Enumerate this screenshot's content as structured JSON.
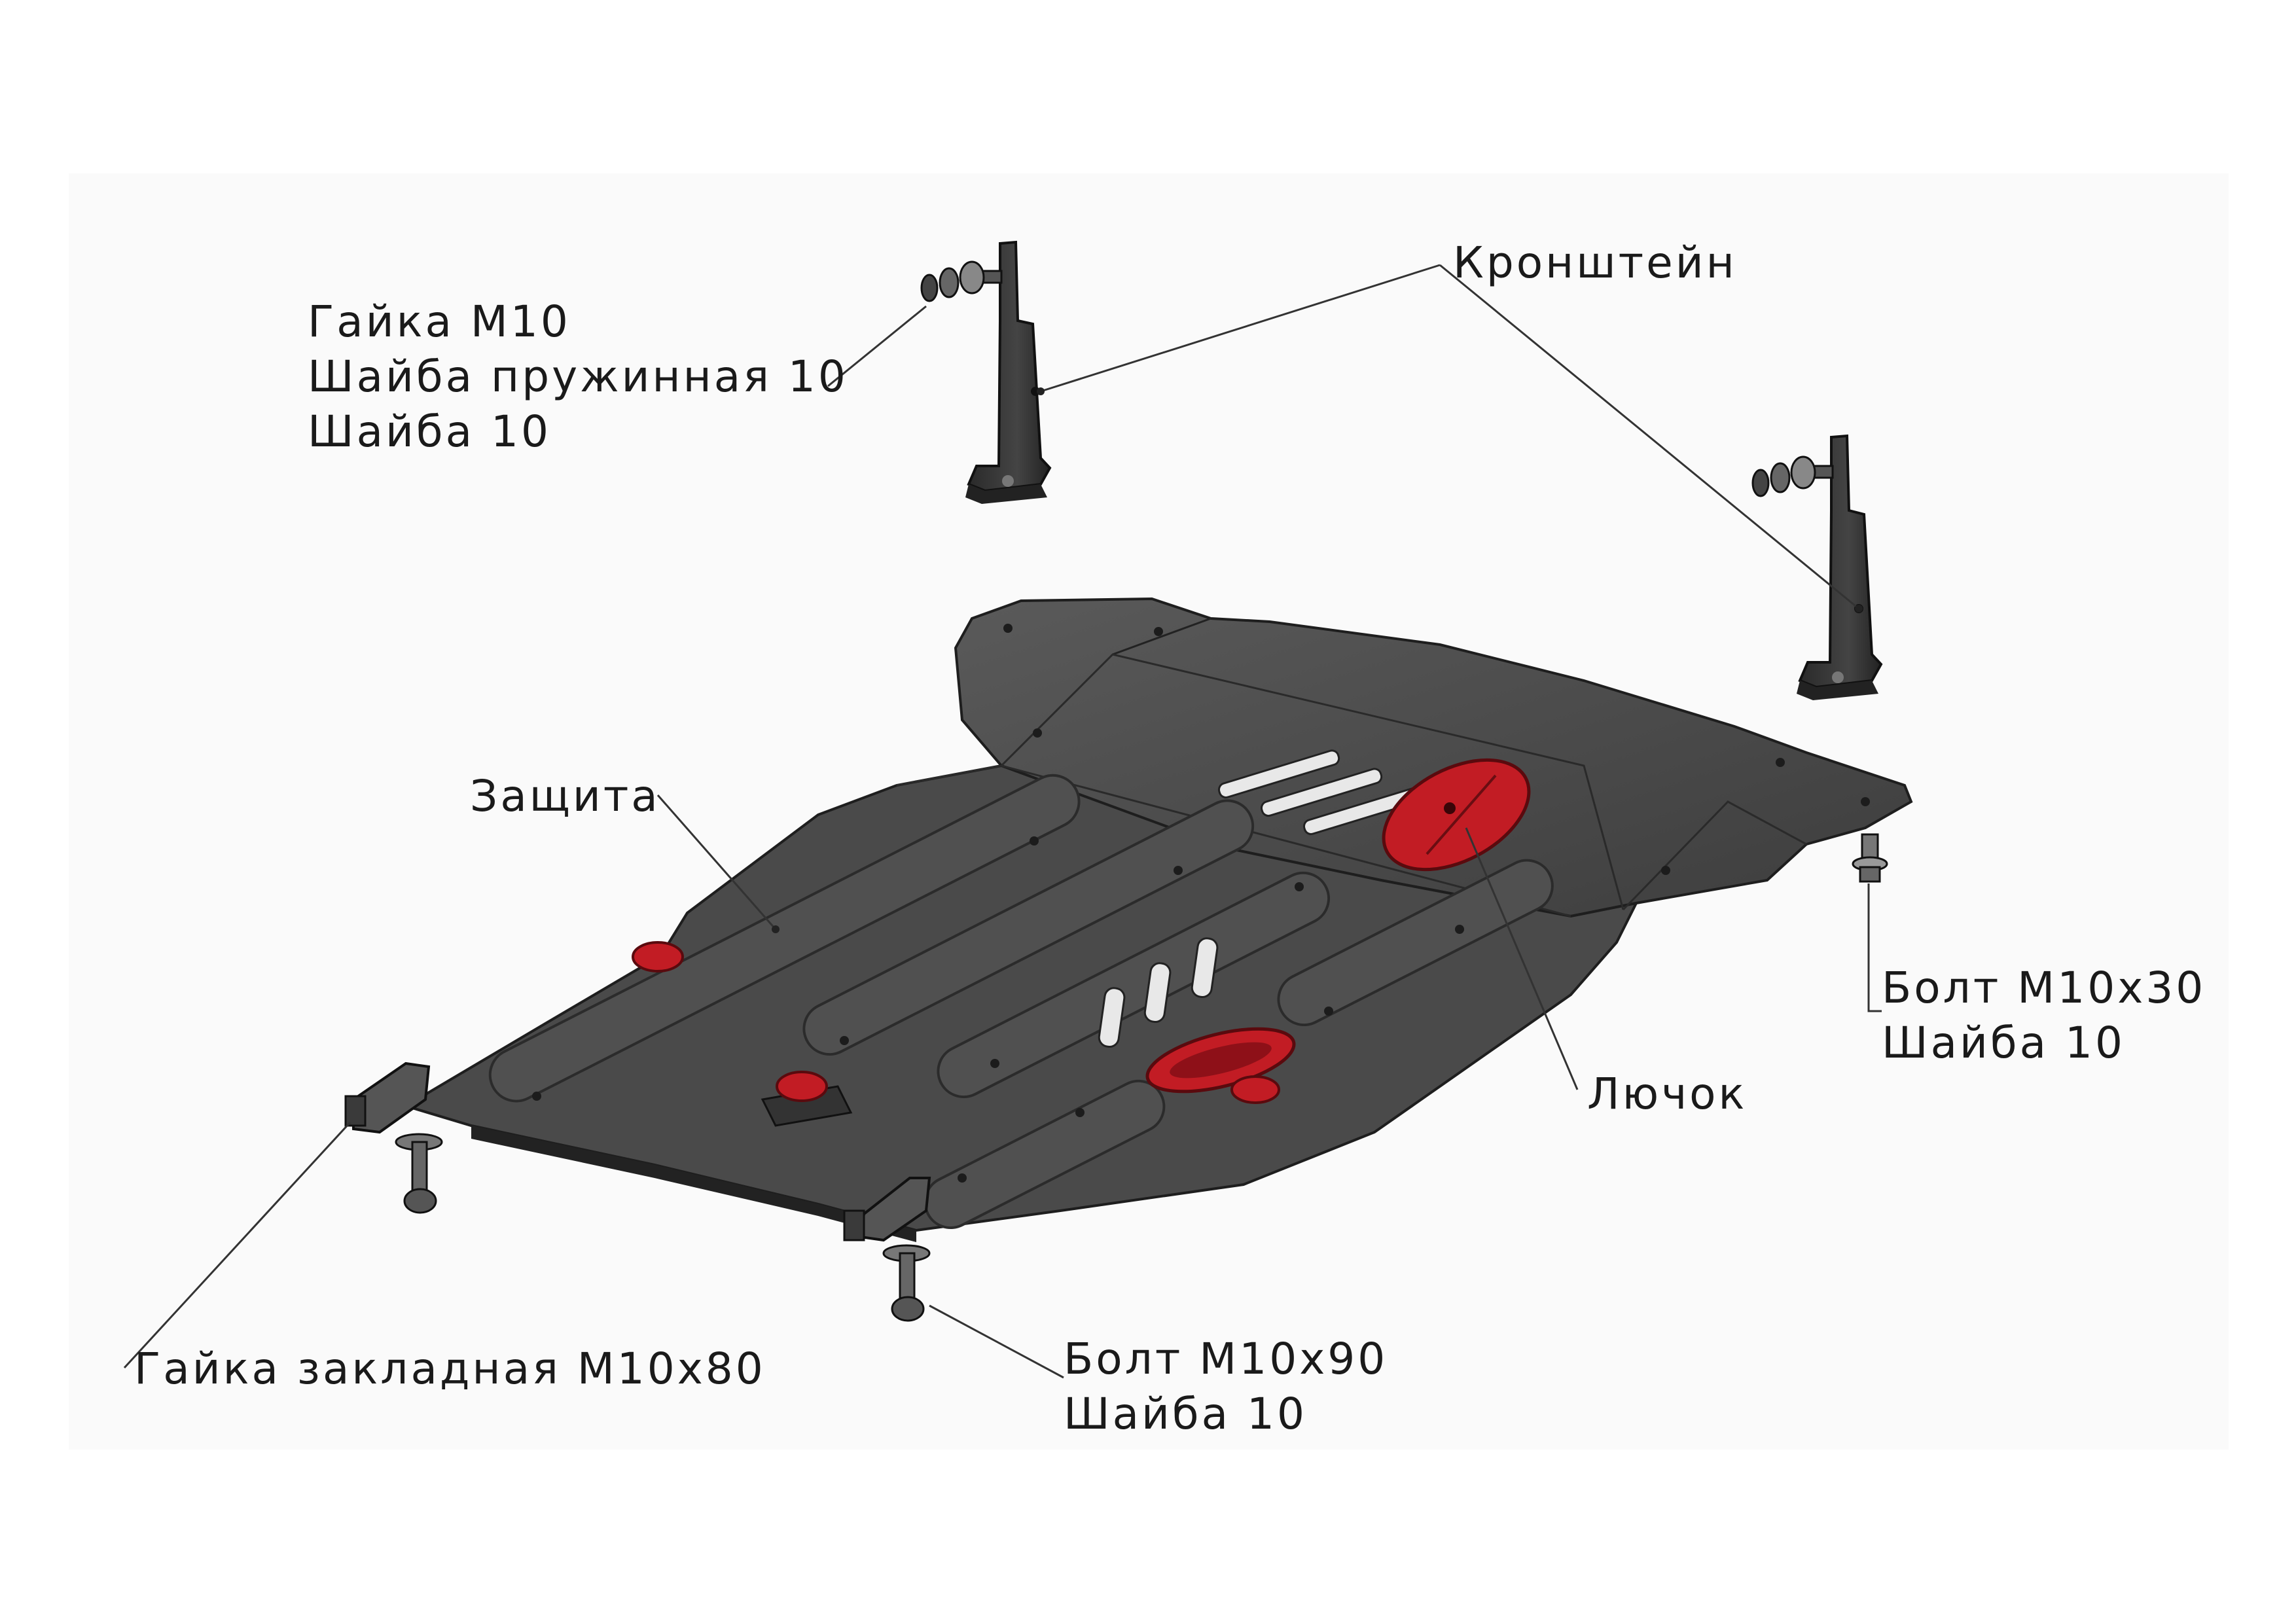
{
  "labels": {
    "nut_group": [
      "Гайка М10",
      "Шайба пружинная 10",
      "Шайба 10"
    ],
    "bracket": "Кронштейн",
    "guard": "Защита",
    "bolt30_group": [
      "Болт М10х30",
      "Шайба 10"
    ],
    "hatch": "Лючок",
    "embedded_nut": "Гайка закладная М10х80",
    "bolt90_group": [
      "Болт М10х90",
      "Шайба 10"
    ]
  },
  "colors": {
    "plate": "#4d4d4d",
    "plate_dark": "#2e2e2e",
    "plug_red": "#c21c24",
    "leader_line": "#333333",
    "background": "#ffffff"
  }
}
